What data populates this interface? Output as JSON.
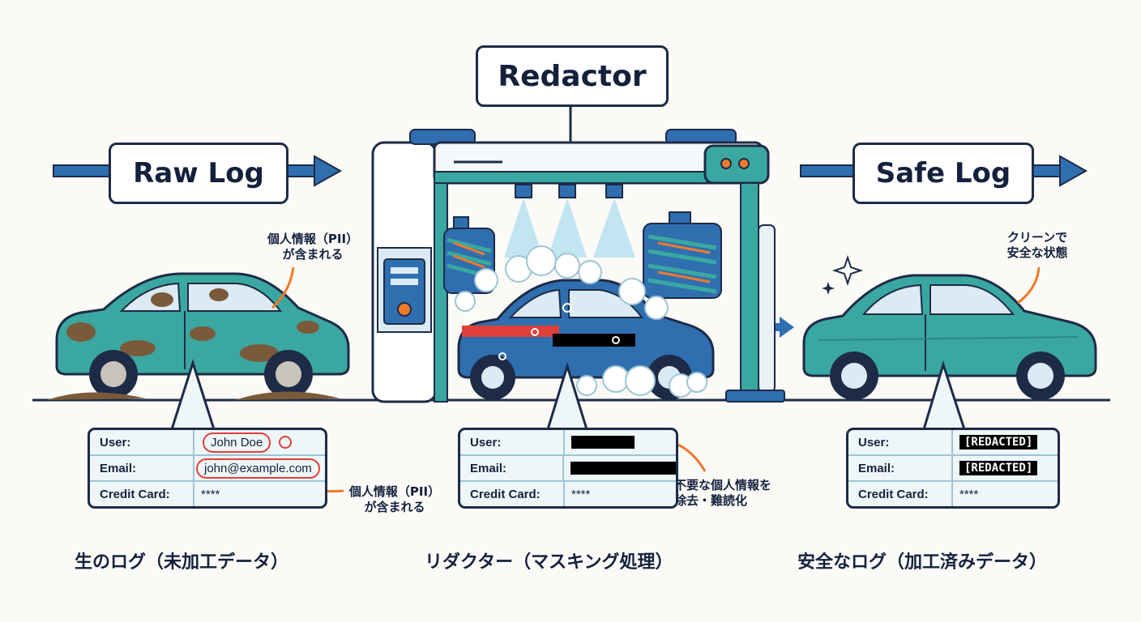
{
  "titles": {
    "raw": "Raw Log",
    "redactor": "Redactor",
    "safe": "Safe Log"
  },
  "notes": {
    "raw_top": [
      "個人情報（PII）",
      "が含まれる"
    ],
    "raw_bottom": [
      "個人情報（PII）",
      "が含まれる"
    ],
    "redactor": [
      "不要な個人情報を",
      "除去・難読化"
    ],
    "safe": [
      "クリーンで",
      "安全な状態"
    ]
  },
  "cards": {
    "raw": [
      {
        "key": "User:",
        "value": "John Doe"
      },
      {
        "key": "Email:",
        "value": "john@example.com"
      },
      {
        "key": "Credit Card:",
        "value": "****"
      }
    ],
    "redactor": [
      {
        "key": "User:",
        "value": ""
      },
      {
        "key": "Email:",
        "value": ""
      },
      {
        "key": "Credit Card:",
        "value": "****"
      }
    ],
    "safe": [
      {
        "key": "User:",
        "value": "[REDACTED]"
      },
      {
        "key": "Email:",
        "value": "[REDACTED]"
      },
      {
        "key": "Credit Card:",
        "value": "****"
      }
    ]
  },
  "captions": {
    "raw": "生のログ（未加工データ）",
    "redactor": "リダクター（マスキング処理）",
    "safe": "安全なログ（加工済みデータ）"
  },
  "colors": {
    "navy": "#1d2b47",
    "blue": "#2f6fb0",
    "teal": "#3aa8a0",
    "mud": "#7a5a3a",
    "orange": "#f07a2a",
    "red": "#e0403a"
  }
}
